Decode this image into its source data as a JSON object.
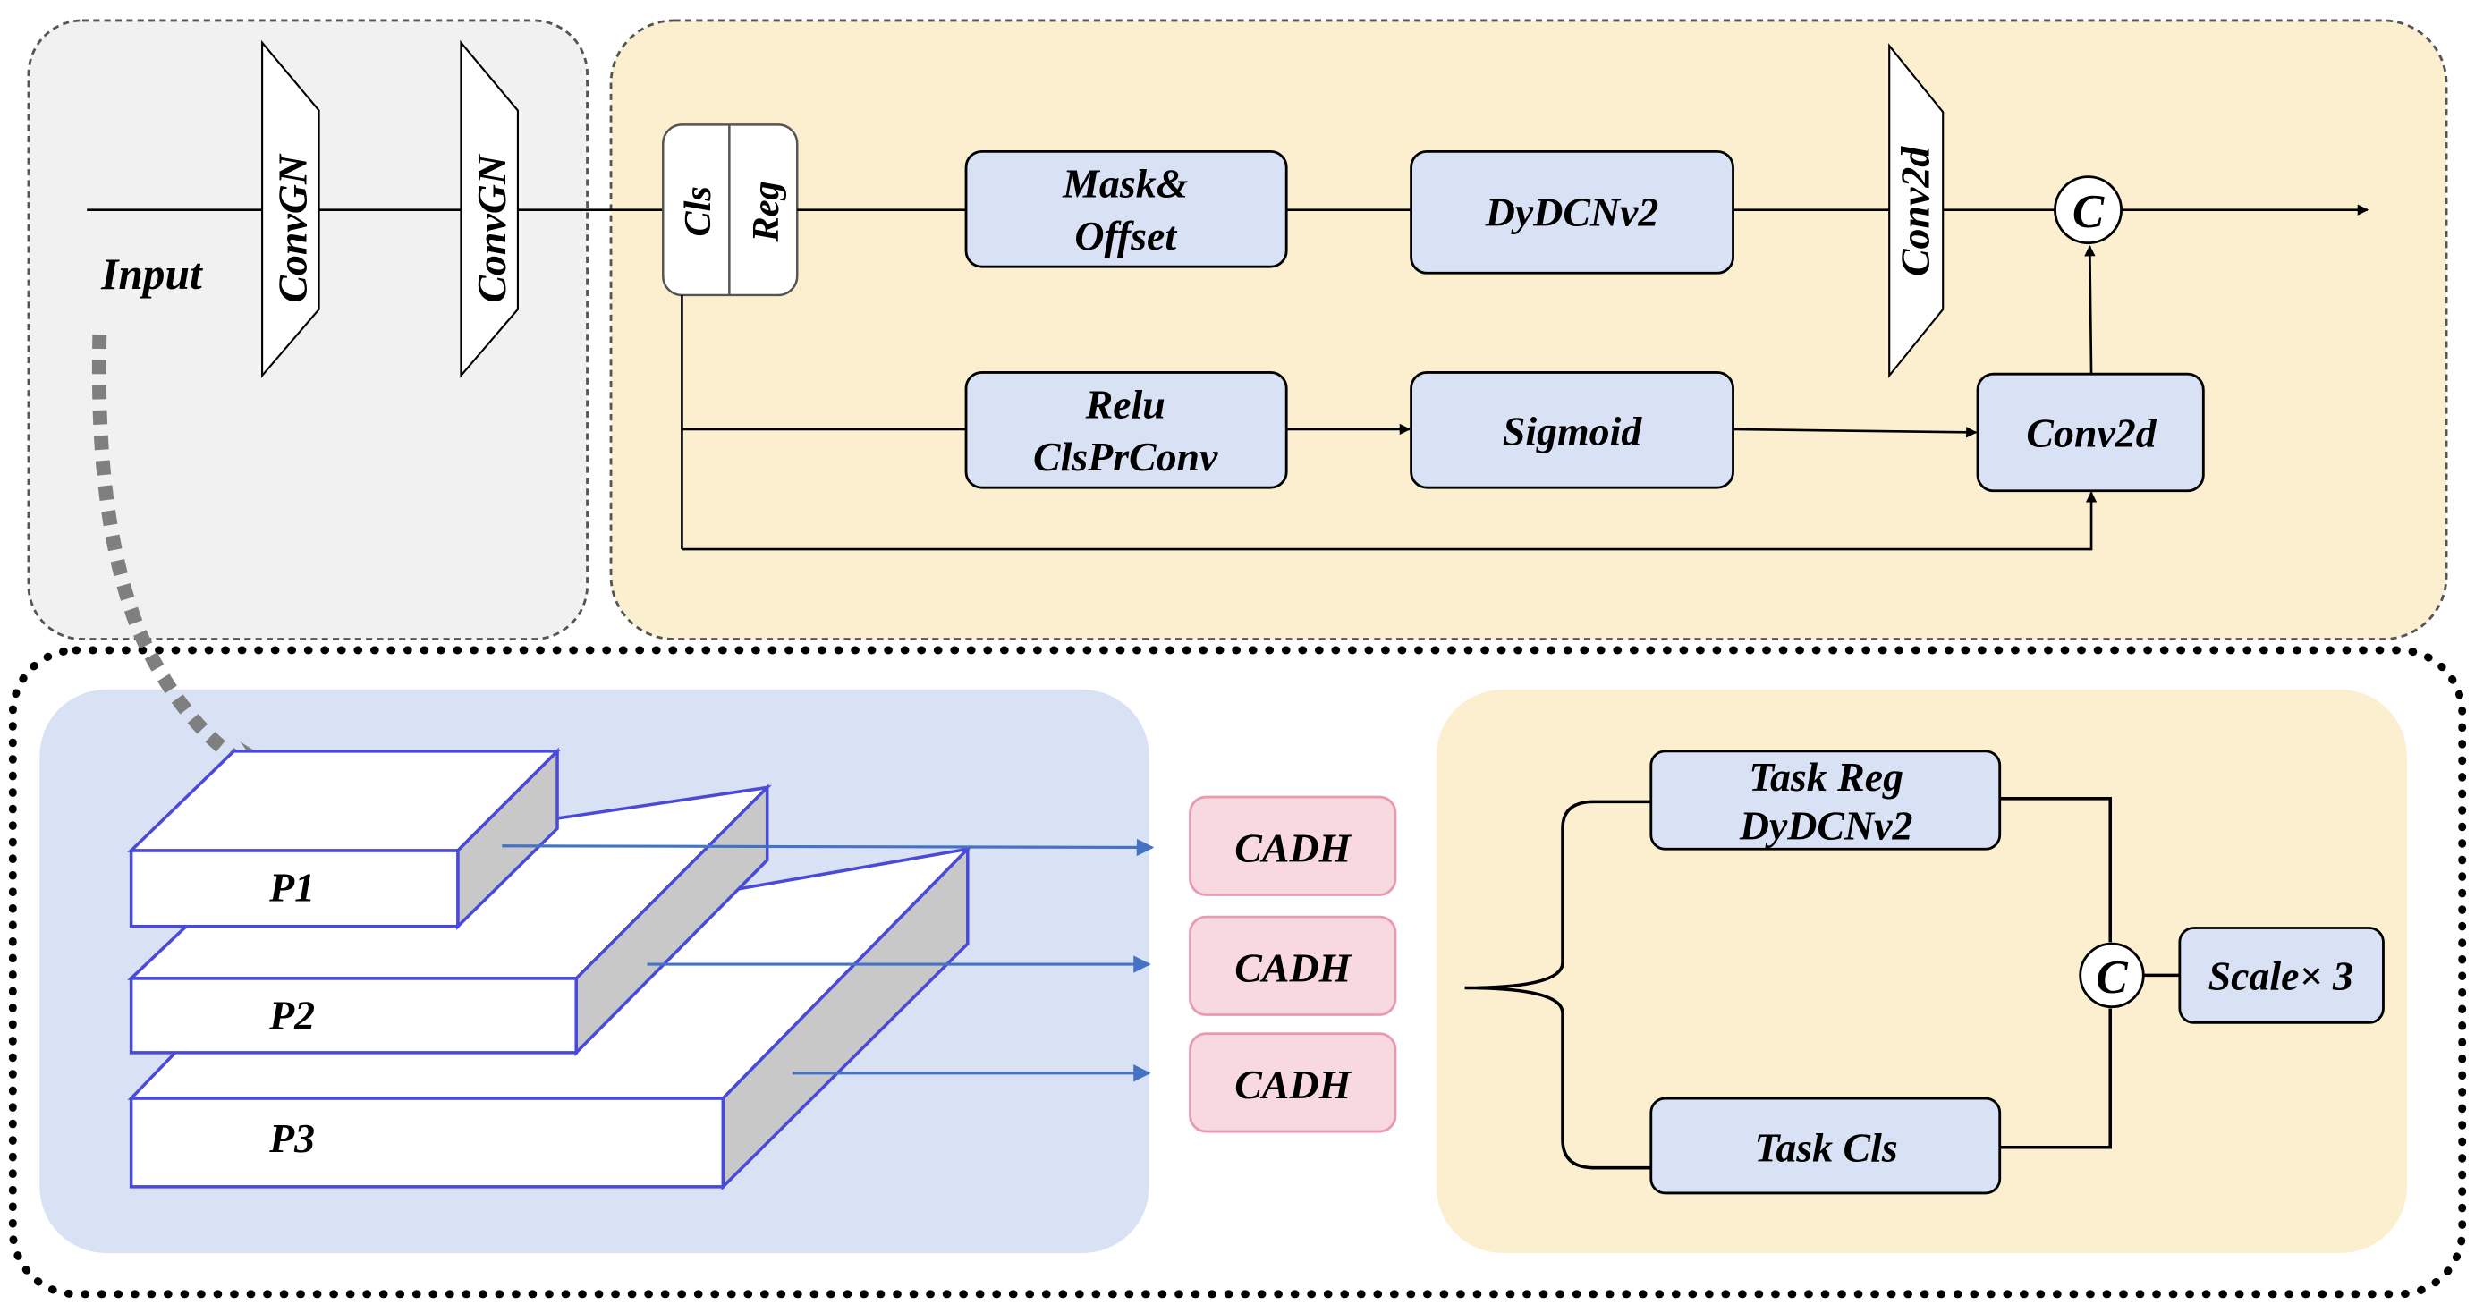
{
  "colors": {
    "gray_panel": "#f1f1f1",
    "yellow_panel": "#fcefcf",
    "blue_panel": "#d9e1f4",
    "module_fill": "#d9e1f4",
    "cadh_fill": "#f7d9df",
    "cadh_stroke": "#e89ab0",
    "layer_stroke": "#4a4ad9",
    "layer_side": "#c8c8c8",
    "flow_arrow": "#4472c4",
    "dashed_arrow": "#7f7f7f"
  },
  "input_stage": {
    "input_label": "Input",
    "convgn_1": "ConvGN",
    "convgn_2": "ConvGN"
  },
  "head_stage": {
    "cls_label": "Cls",
    "reg_label": "Reg",
    "mask_offset_line1": "Mask&",
    "mask_offset_line2": "Offset",
    "dydcnv2": "DyDCNv2",
    "conv2d_vertical": "Conv2d",
    "concat_symbol": "C",
    "relu_line1": "Relu",
    "relu_line2": "ClsPrConv",
    "sigmoid": "Sigmoid",
    "conv2d_box": "Conv2d"
  },
  "pyramid": {
    "levels": [
      "P1",
      "P2",
      "P3"
    ]
  },
  "cadh_blocks": [
    "CADH",
    "CADH",
    "CADH"
  ],
  "task_head": {
    "task_reg_line1": "Task Reg",
    "task_reg_line2": "DyDCNv2",
    "task_cls": "Task Cls",
    "concat_symbol": "C",
    "scale": "Scale× 3"
  }
}
